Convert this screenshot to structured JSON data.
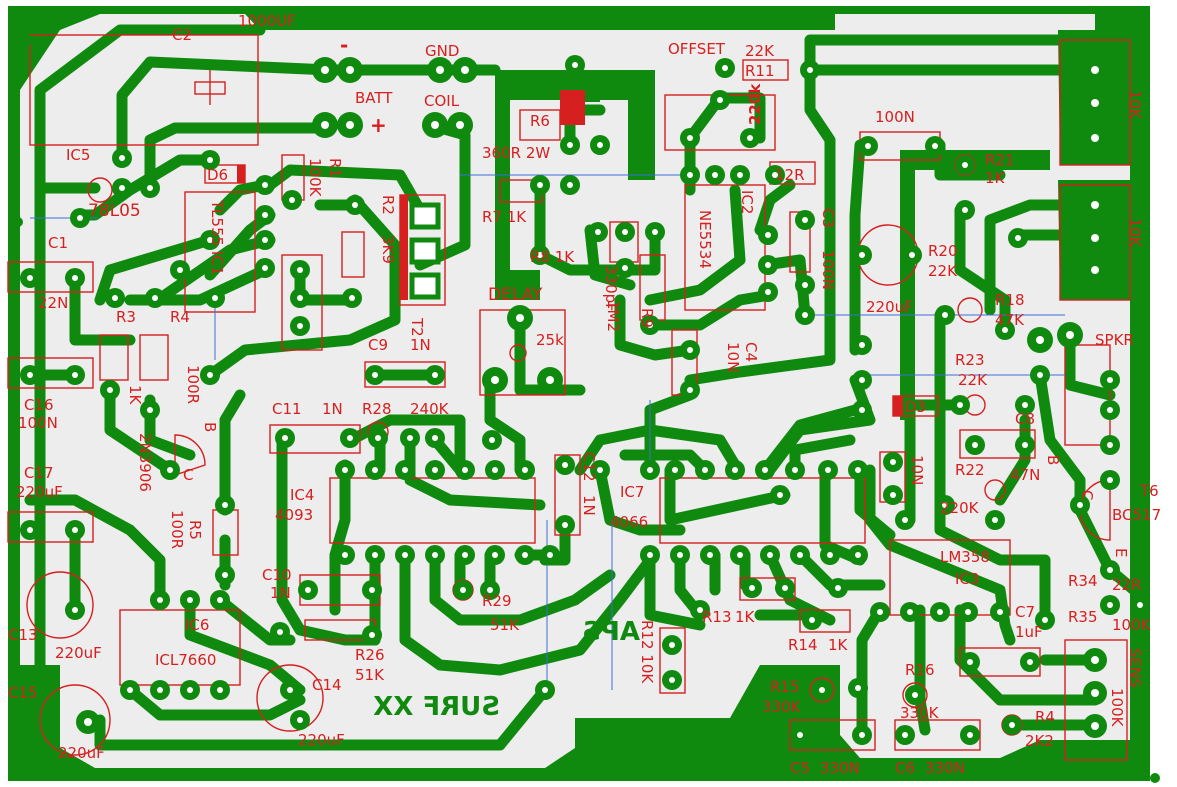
{
  "colors": {
    "copper": "#0f8a0f",
    "silkscreen": "#d61f1f",
    "jumper": "#3d6fd8",
    "board": "#ededed",
    "background": "#ffffff"
  },
  "labels": {
    "c2": "C2",
    "c2_value": "1000UF",
    "minus": "-",
    "gnd": "GND",
    "batt": "BATT",
    "plus": "+",
    "coil": "COIL",
    "offset": "OFFSET",
    "r11_value": "22K",
    "r11": "R11",
    "r12": "12R",
    "c_top_value": "100N",
    "r21": "R21",
    "r21_value": "1K",
    "pot_top": "10K",
    "pot_mid": "10K",
    "ic5": "IC5",
    "ic5_part": "78L05",
    "d6": "D6",
    "ic1": "TL555 IC1",
    "r1": "R1",
    "r1_value": "100K",
    "r2": "R2",
    "r2_value": "3K9",
    "r6": "R6",
    "r6_value": "360R 2W",
    "r7": "R7 1K",
    "r8": "R8 1K",
    "ic2": "IC2",
    "ic2_part": "NE5534",
    "trim_220k": "220k",
    "c3": "C3",
    "c3_value": "100N",
    "r20": "R20",
    "r20_value": "22K",
    "c_220uf": "220uF",
    "c1": "C1",
    "c1_value": "22N",
    "r3": "R3",
    "r3_value": "1K",
    "r4": "R4",
    "r4_value": "100R",
    "t2": "T2",
    "c_330p": "330pF",
    "r9": "R9",
    "r9_value": "1M2",
    "delay": "DELAY",
    "pot_25k": "25k",
    "c4": "C4",
    "c4_value": "10N",
    "r18": "R18",
    "r18_value": "47K",
    "spkr": "SPKR",
    "c16": "C16",
    "c16_value": "100N",
    "c9": "C9",
    "c9_value": "1N",
    "r23": "R23",
    "r23_value": "22K",
    "d3": "D3",
    "c8": "C8",
    "t_b": "B",
    "t_2n3906": "2N3906",
    "t_c": "C",
    "c11": "C11",
    "c11_value": "1N",
    "r28": "R28",
    "r28_value": "240K",
    "c17": "C17",
    "c17_value": "220uF",
    "r5": "R5",
    "r5_value": "100R",
    "ic4": "IC4",
    "ic4_part": "4093",
    "c12": "C12",
    "c12_value": "1N",
    "ic7": "IC7",
    "ic7_part": "4066",
    "c_10n": "10N",
    "r22": "R22",
    "r22_value": "220K",
    "r_47n": "47N",
    "t6": "T6",
    "t6_part": "BC517",
    "t6_b": "B",
    "t6_c": "C",
    "t6_e": "E",
    "lm358": "LM358",
    "ic3": "IC3",
    "r34": "R34",
    "r34_value": "22R",
    "r35": "R35",
    "r35_value": "100K",
    "c10": "C10",
    "c10_value": "1N",
    "r29": "R29",
    "r29_value": "51K",
    "r13": "R13",
    "r13_value": "1K",
    "r14": "R14",
    "r14_value": "1K",
    "c7": "C7",
    "c7_value": "1uF",
    "ic6": "IC6",
    "ic6_part": "ICL7660",
    "c13": "C13",
    "c13_value": "220uF",
    "aps": "APS",
    "r12_side": "R12 10K",
    "r26": "R26",
    "r26_value": "51K",
    "c14": "C14",
    "c14_value": "220uF",
    "surf": "SURF XX",
    "c15": "C15",
    "c15_value": "220uF",
    "r15": "R15",
    "r15_value": "330K",
    "r16": "R16",
    "r16_value": "330K",
    "r4b": "R4",
    "r4b_value": "2K2",
    "sens": "SENS",
    "sens_value": "100K",
    "c5": "C5",
    "c5_value": "330N",
    "c6": "C6",
    "c6_value": "330N"
  }
}
